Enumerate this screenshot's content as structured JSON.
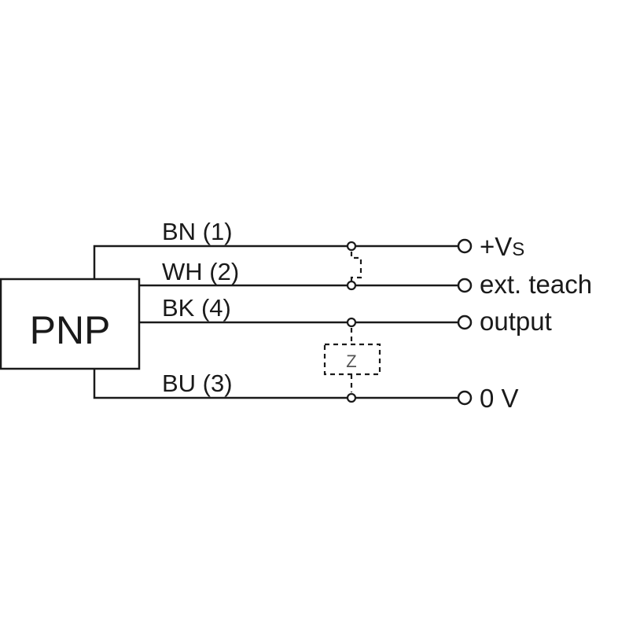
{
  "device": {
    "label": "PNP"
  },
  "wires": [
    {
      "id": "bn",
      "label": "BN (1)",
      "terminal": "+V",
      "terminal_sub": "S"
    },
    {
      "id": "wh",
      "label": "WH (2)",
      "terminal": "ext. teach"
    },
    {
      "id": "bk",
      "label": "BK (4)",
      "terminal": "output"
    },
    {
      "id": "bu",
      "label": "BU (3)",
      "terminal": "0 V"
    }
  ],
  "load": {
    "label": "Z"
  }
}
